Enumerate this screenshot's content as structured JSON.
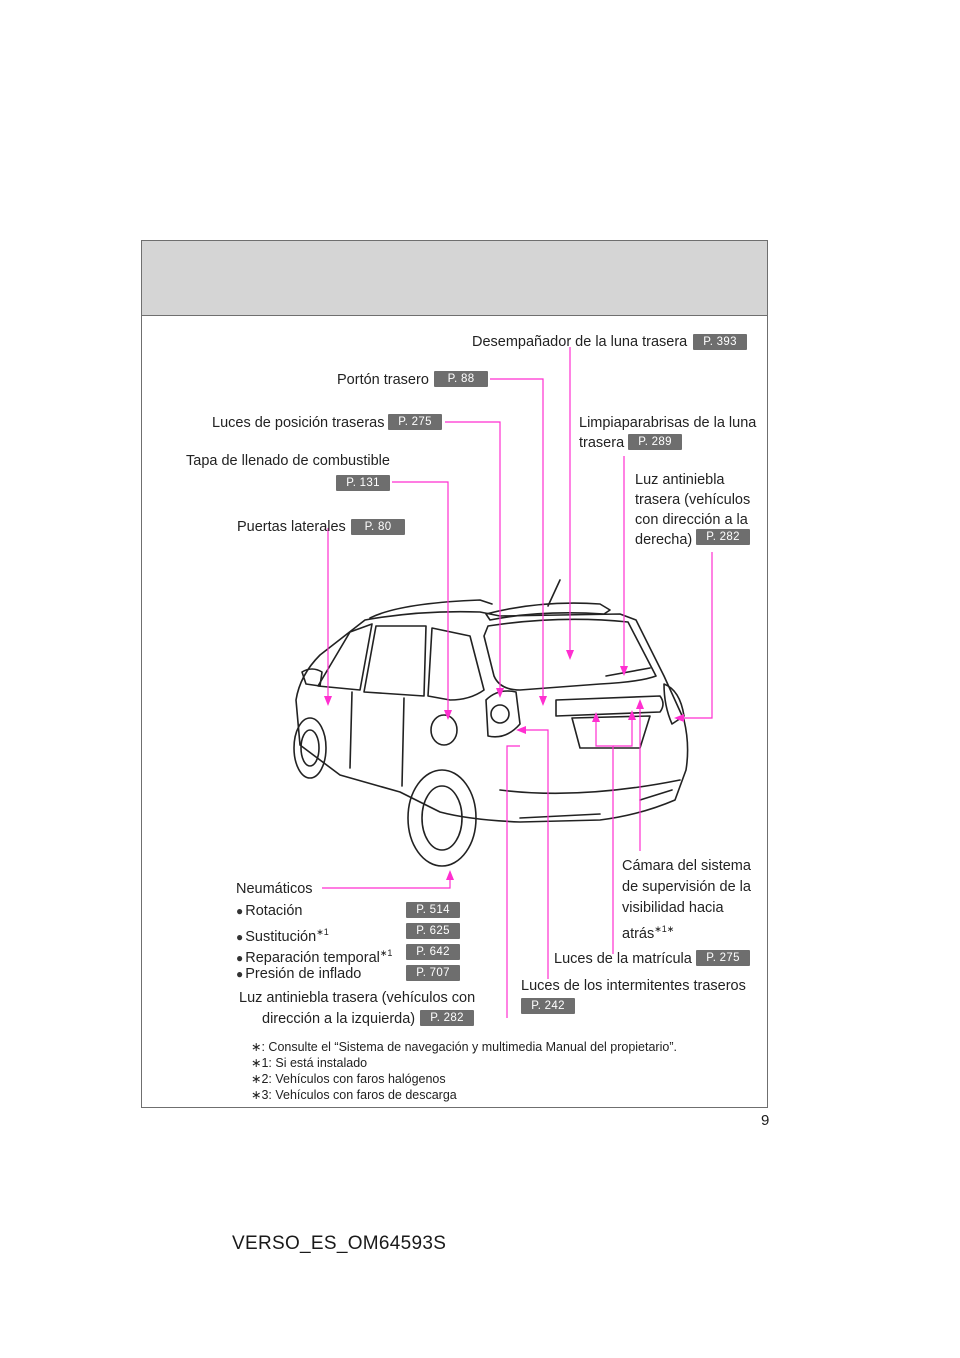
{
  "labels": {
    "desempanador": "Desempañador de la luna trasera",
    "porton": "Portón trasero",
    "luces_posicion": "Luces de posición traseras",
    "limpiaparabrisas": "Limpiaparabrisas de la luna trasera",
    "tapa": "Tapa de llenado de combustible",
    "luz_antiniebla_der": "Luz antiniebla trasera (vehículos con dirección a la derecha)",
    "puertas": "Puertas laterales",
    "camara": "Cámara del sistema de supervisión de la visibilidad hacia atrás",
    "camara_mark": "∗1∗",
    "neumaticos": "Neumáticos",
    "rotacion": "Rotación",
    "sustitucion": "Sustitución",
    "sustitucion_mark": "∗1",
    "reparacion": "Reparación temporal",
    "reparacion_mark": "∗1",
    "presion": "Presión de inflado",
    "luces_matricula": "Luces de la matrícula",
    "luces_intermitentes": "Luces de los intermitentes traseros",
    "luz_antiniebla_izq_1": "Luz antiniebla trasera (vehículos con",
    "luz_antiniebla_izq_2": "dirección a la izquierda)"
  },
  "refs": {
    "desempanador": "P. 393",
    "porton": "P. 88",
    "luces_posicion": "P. 275",
    "limpiaparabrisas": "P. 289",
    "tapa": "P. 131",
    "luz_antiniebla_der": "P. 282",
    "puertas": "P. 80",
    "rotacion": "P. 514",
    "sustitucion": "P. 625",
    "reparacion": "P. 642",
    "presion": "P. 707",
    "luces_matricula": "P. 275",
    "luces_intermitentes": "P. 242",
    "luz_antiniebla_izq": "P. 282"
  },
  "footnotes": {
    "star": "∗: Consulte el “Sistema de navegación y multimedia Manual del propietario”.",
    "n1": "∗1: Si está instalado",
    "n2": "∗2: Vehículos con faros halógenos",
    "n3": "∗3: Vehículos con faros de descarga"
  },
  "page_number": "9",
  "doc_code": "VERSO_ES_OM64593S",
  "colors": {
    "leader": "#ff2fd0",
    "ref_badge": "#6e6e6e",
    "header_band": "#d5d5d5"
  },
  "icons": {
    "bullet": "●"
  }
}
